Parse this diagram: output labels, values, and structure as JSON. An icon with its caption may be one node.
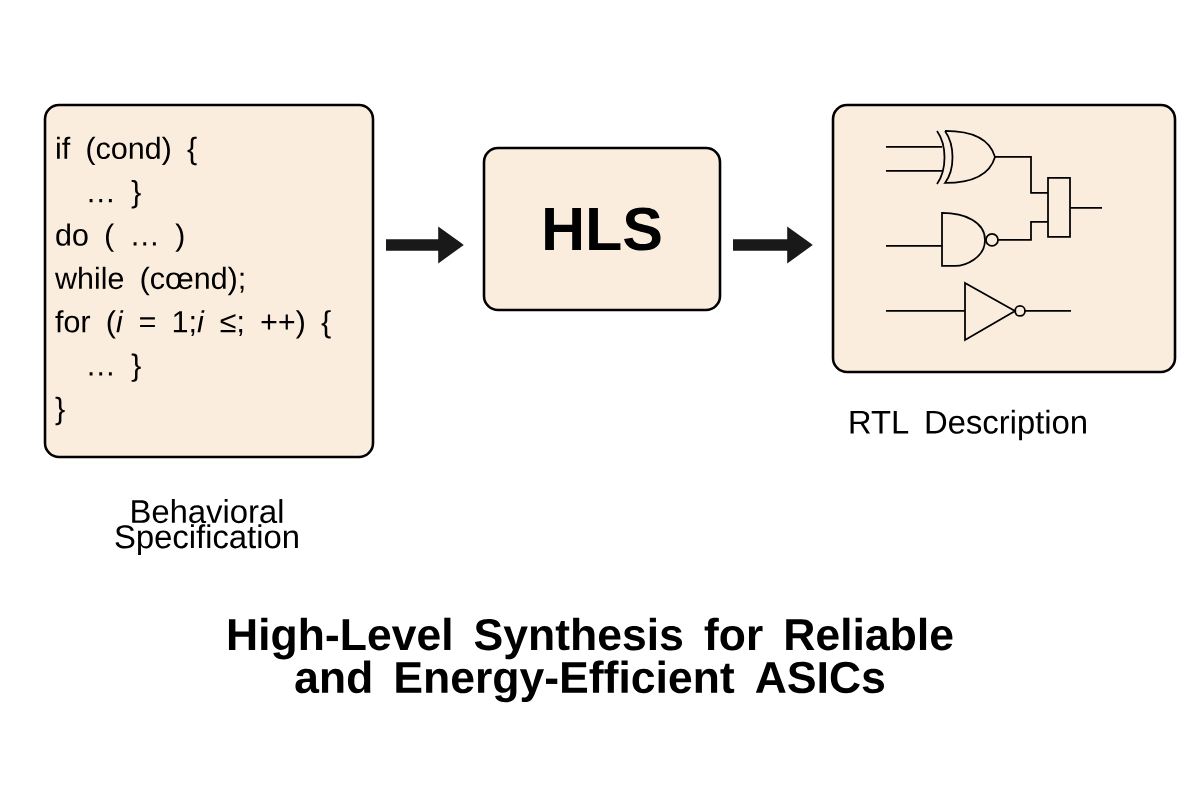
{
  "diagram": {
    "title": "High-Level Synthesis for Reliable and Energy-Efficient ASICs",
    "nodes": [
      {
        "text": [
          "if (cond) {",
          "… }",
          "do ( … )",
          "while (cœnd);",
          "for (*i* = 1;*i* ≤; ++) {",
          "… }",
          "}"
        ],
        "beside": [
          "Behavioral Specification"
        ]
      },
      {
        "text": [
          "HLS"
        ]
      },
      {
        "text": [],
        "shape": "box",
        "beside": [
          "RTL Description"
        ]
      }
    ],
    "edges": [
      {
        "from": 0,
        "to": 1,
        "arrow": "to"
      },
      {
        "from": 1,
        "to": 2,
        "arrow": "to"
      }
    ]
  }
}
